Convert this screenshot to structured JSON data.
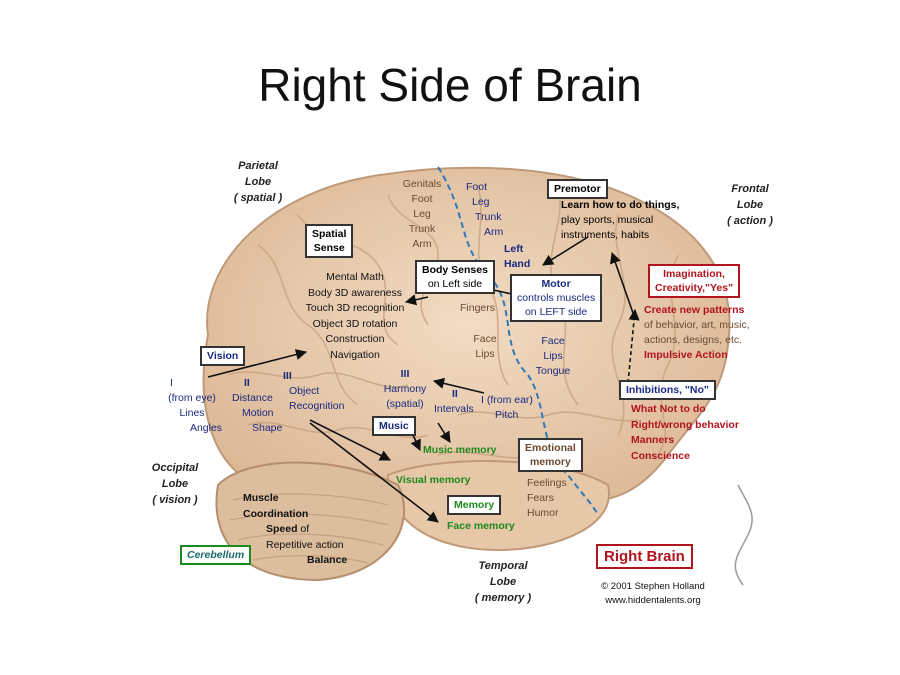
{
  "title": "Right Side of Brain",
  "lobes": {
    "parietal": [
      "Parietal",
      "Lobe",
      "( spatial )"
    ],
    "frontal": [
      "Frontal",
      "Lobe",
      "( action )"
    ],
    "occipital": [
      "Occipital",
      "Lobe",
      "( vision )"
    ],
    "temporal": [
      "Temporal",
      "Lobe",
      "( memory )"
    ]
  },
  "sensory_strip": [
    "Genitals",
    "Foot",
    "Leg",
    "Trunk",
    "Arm"
  ],
  "motor_strip": [
    "Foot",
    "Leg",
    "Trunk",
    "Arm"
  ],
  "left_hand": [
    "Left",
    "Hand"
  ],
  "premotor": {
    "label": "Premotor",
    "lines": [
      "Learn how to do things,",
      "play sports, musical",
      "instruments, habits"
    ]
  },
  "spatial_sense": {
    "label_lines": [
      "Spatial",
      "Sense"
    ],
    "items": [
      "Mental Math",
      "Body 3D awareness",
      "Touch 3D recognition",
      "Object 3D rotation",
      "Construction",
      "Navigation"
    ]
  },
  "body_senses": {
    "label": "Body Senses",
    "sub": "on Left side"
  },
  "fingers": "Fingers",
  "face_lips": [
    "Face",
    "Lips"
  ],
  "motor": {
    "label": "Motor",
    "lines": [
      "controls muscles",
      "on LEFT side"
    ]
  },
  "face_lips_tongue": [
    "Face",
    "Lips",
    "Tongue"
  ],
  "imagination": {
    "label_lines": [
      "Imagination,",
      "Creativity,\"Yes\""
    ],
    "lines": [
      "Create new patterns",
      "of behavior, art, music,",
      "actions, designs, etc.",
      "Impulsive Action"
    ]
  },
  "inhibitions": {
    "label": "Inhibitions, \"No\"",
    "lines": [
      "What Not to do",
      "Right/wrong behavior",
      "Manners",
      "Conscience"
    ]
  },
  "vision": {
    "label": "Vision",
    "col1": [
      "I",
      "(from eye)",
      "Lines",
      "Angles"
    ],
    "col2": [
      "II",
      "Distance",
      "Motion",
      "Shape"
    ],
    "col3": [
      "III",
      "Object",
      "Recognition"
    ]
  },
  "hearing": {
    "iii": [
      "III",
      "Harmony",
      "(spatial)"
    ],
    "ii": [
      "II",
      "Intervals"
    ],
    "i": [
      "I (from ear)",
      "Pitch"
    ]
  },
  "music_box": "Music",
  "music_memory": "Music memory",
  "visual_memory": "Visual memory",
  "memory_box": "Memory",
  "face_memory": "Face memory",
  "emotional": {
    "label_lines": [
      "Emotional",
      "memory"
    ],
    "items": [
      "Feelings",
      "Fears",
      "Humor"
    ]
  },
  "muscle": {
    "bold_lines": [
      "Muscle",
      "Coordination"
    ],
    "speed": "Speed",
    "speed_of": " of",
    "repetitive": "Repetitive action",
    "balance": "Balance"
  },
  "cerebellum": "Cerebellum",
  "right_brain": "Right Brain",
  "credit": [
    "© 2001 Stephen Holland",
    "www.hiddentalents.org"
  ],
  "colors": {
    "brain_fill": "#e9cfb4",
    "brain_stroke": "#c09a78",
    "fissure": "#2e7ab8",
    "red_text": "#b0141e",
    "green_text": "#1c8a1c",
    "navy_text": "#1a2a80"
  }
}
